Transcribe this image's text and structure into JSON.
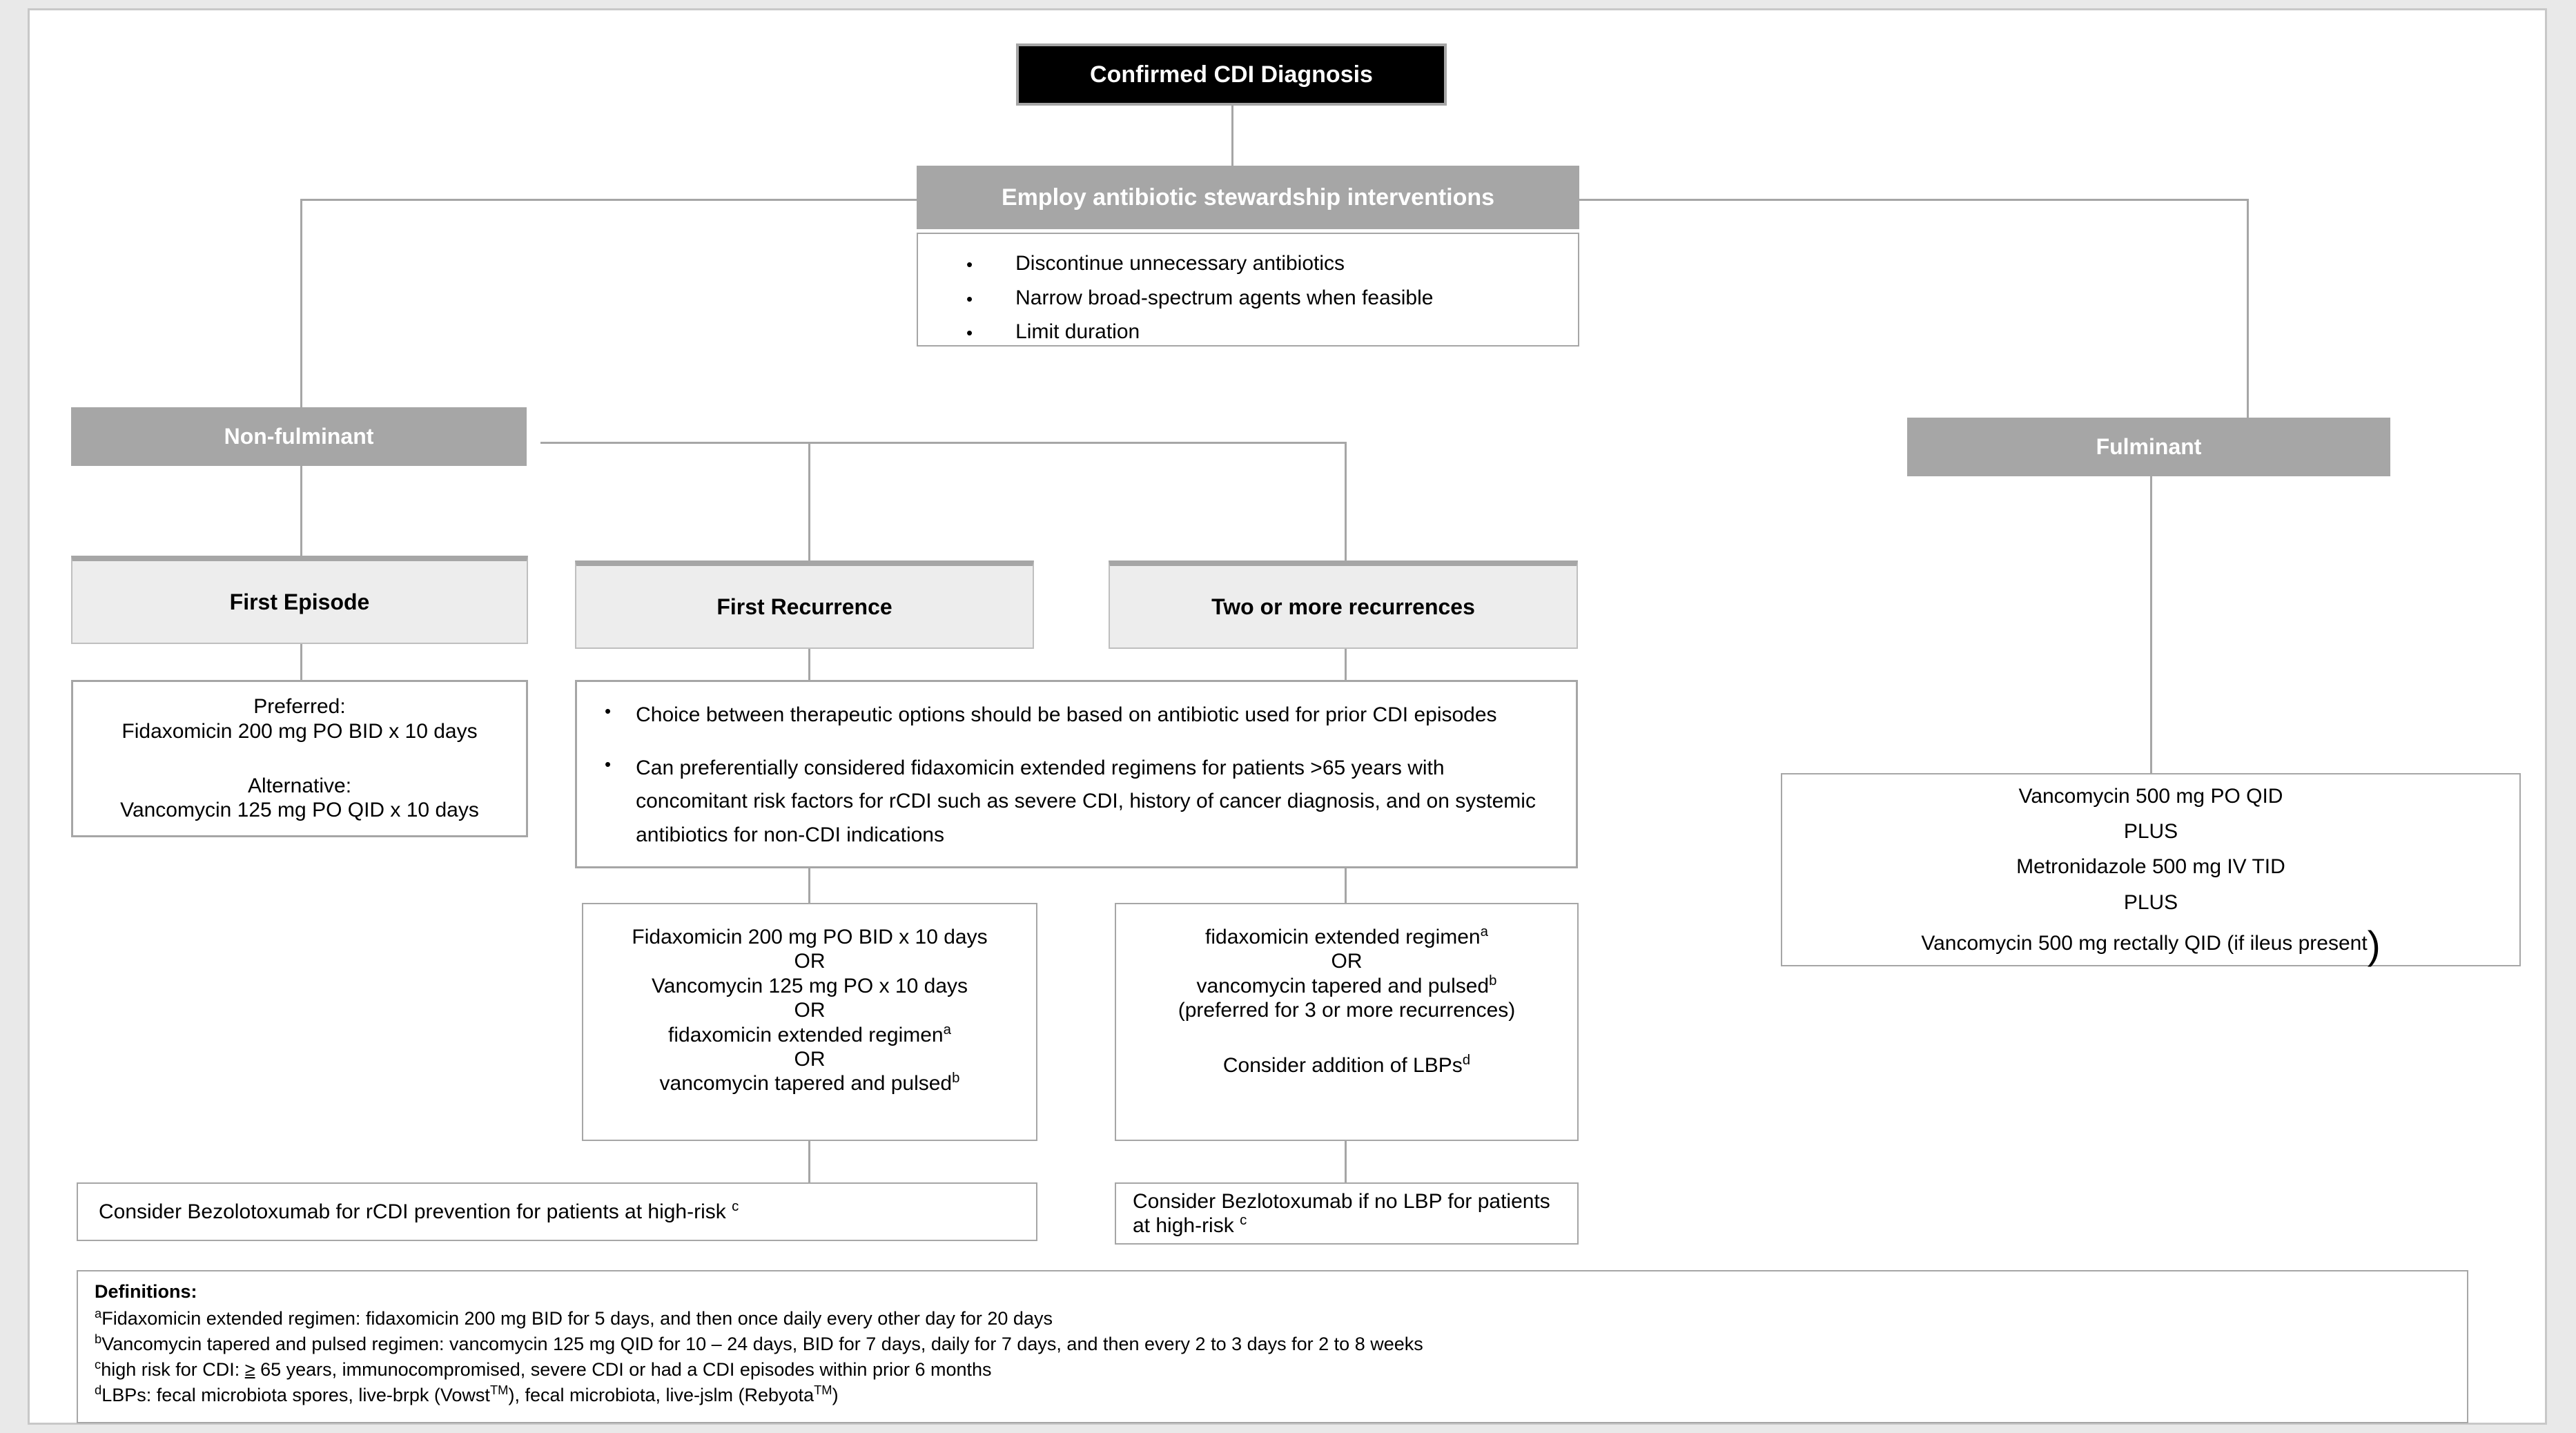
{
  "colors": {
    "black_box": "#000000",
    "gray_header": "#a6a6a6",
    "light_gray_box": "#ededed",
    "border_gray": "#a6a6a6",
    "page_bg": "#ffffff",
    "canvas_bg": "#e9e9e9"
  },
  "top": {
    "diagnosis_label": "Confirmed CDI Diagnosis",
    "stewardship_label": "Employ antibiotic stewardship interventions",
    "stewardship_bullets": [
      "Discontinue unnecessary antibiotics",
      "Narrow broad-spectrum agents when feasible",
      "Limit duration"
    ]
  },
  "branches": {
    "non_fulminant_label": "Non-fulminant",
    "fulminant_label": "Fulminant"
  },
  "episodes": {
    "first_episode_label": "First Episode",
    "first_recurrence_label": "First Recurrence",
    "two_or_more_label": "Two or more recurrences"
  },
  "first_episode_treatment": {
    "line1": "Preferred:",
    "line2": "Fidaxomicin 200 mg PO BID x 10 days",
    "line3": "Alternative:",
    "line4": "Vancomycin 125 mg PO QID x 10 days"
  },
  "recurrence_guidance": {
    "bullet1": "Choice between therapeutic options should be based on antibiotic used for prior CDI episodes",
    "bullet2": "Can preferentially considered fidaxomicin extended regimens for patients >65 years with concomitant risk factors for rCDI such as severe CDI, history of cancer diagnosis, and on systemic antibiotics for non-CDI indications"
  },
  "first_recurrence_options": {
    "opt1": "Fidaxomicin 200 mg PO BID x 10 days",
    "or1": "OR",
    "opt2": "Vancomycin 125 mg PO x 10 days",
    "or2": "OR",
    "opt3_text": "fidaxomicin extended regimen",
    "opt3_sup": "a",
    "or3": "OR",
    "opt4_text": "vancomycin tapered and pulsed",
    "opt4_sup": "b"
  },
  "two_or_more_options": {
    "opt1_text": "fidaxomicin extended regimen",
    "opt1_sup": "a",
    "or1": "OR",
    "opt2_text": "vancomycin tapered and pulsed",
    "opt2_sup": "b",
    "note": "(preferred for 3 or more recurrences)",
    "consider_text": "Consider addition of LBPs",
    "consider_sup": "d"
  },
  "fulminant_treatment": {
    "line1": "Vancomycin 500 mg PO QID",
    "line2": "PLUS",
    "line3": "Metronidazole 500 mg IV TID",
    "line4": "PLUS",
    "line5_text": "Vancomycin 500 mg rectally QID (if ileus present",
    "line5_paren": ")"
  },
  "bezlo_left": {
    "text": "Consider Bezolotoxumab for rCDI prevention for patients at high-risk ",
    "sup": "c"
  },
  "bezlo_right": {
    "text": "Consider Bezlotoxumab if no LBP for patients at high-risk ",
    "sup": "c"
  },
  "definitions": {
    "title": "Definitions:",
    "a_sup": "a",
    "a_text": "Fidaxomicin extended regimen: fidaxomicin 200 mg BID for 5 days, and then once daily every other day for 20 days",
    "b_sup": "b",
    "b_text": "Vancomycin tapered and pulsed regimen: vancomycin 125 mg QID for 10 – 24 days, BID for 7 days, daily for 7 days, and then every 2 to 3 days for 2 to 8 weeks",
    "c_sup": "c",
    "c_pre": "high risk for CDI: ",
    "c_symbol": "≥",
    "c_post": " 65 years, immunocompromised, severe CDI or had a CDI episodes within prior 6 months",
    "d_sup": "d",
    "d_text_1": "LBPs: fecal microbiota spores, live-brpk (Vowst",
    "d_tm_1": "TM",
    "d_text_2": "), fecal microbiota, live-jslm (Rebyota",
    "d_tm_2": "TM",
    "d_text_3": ")"
  }
}
